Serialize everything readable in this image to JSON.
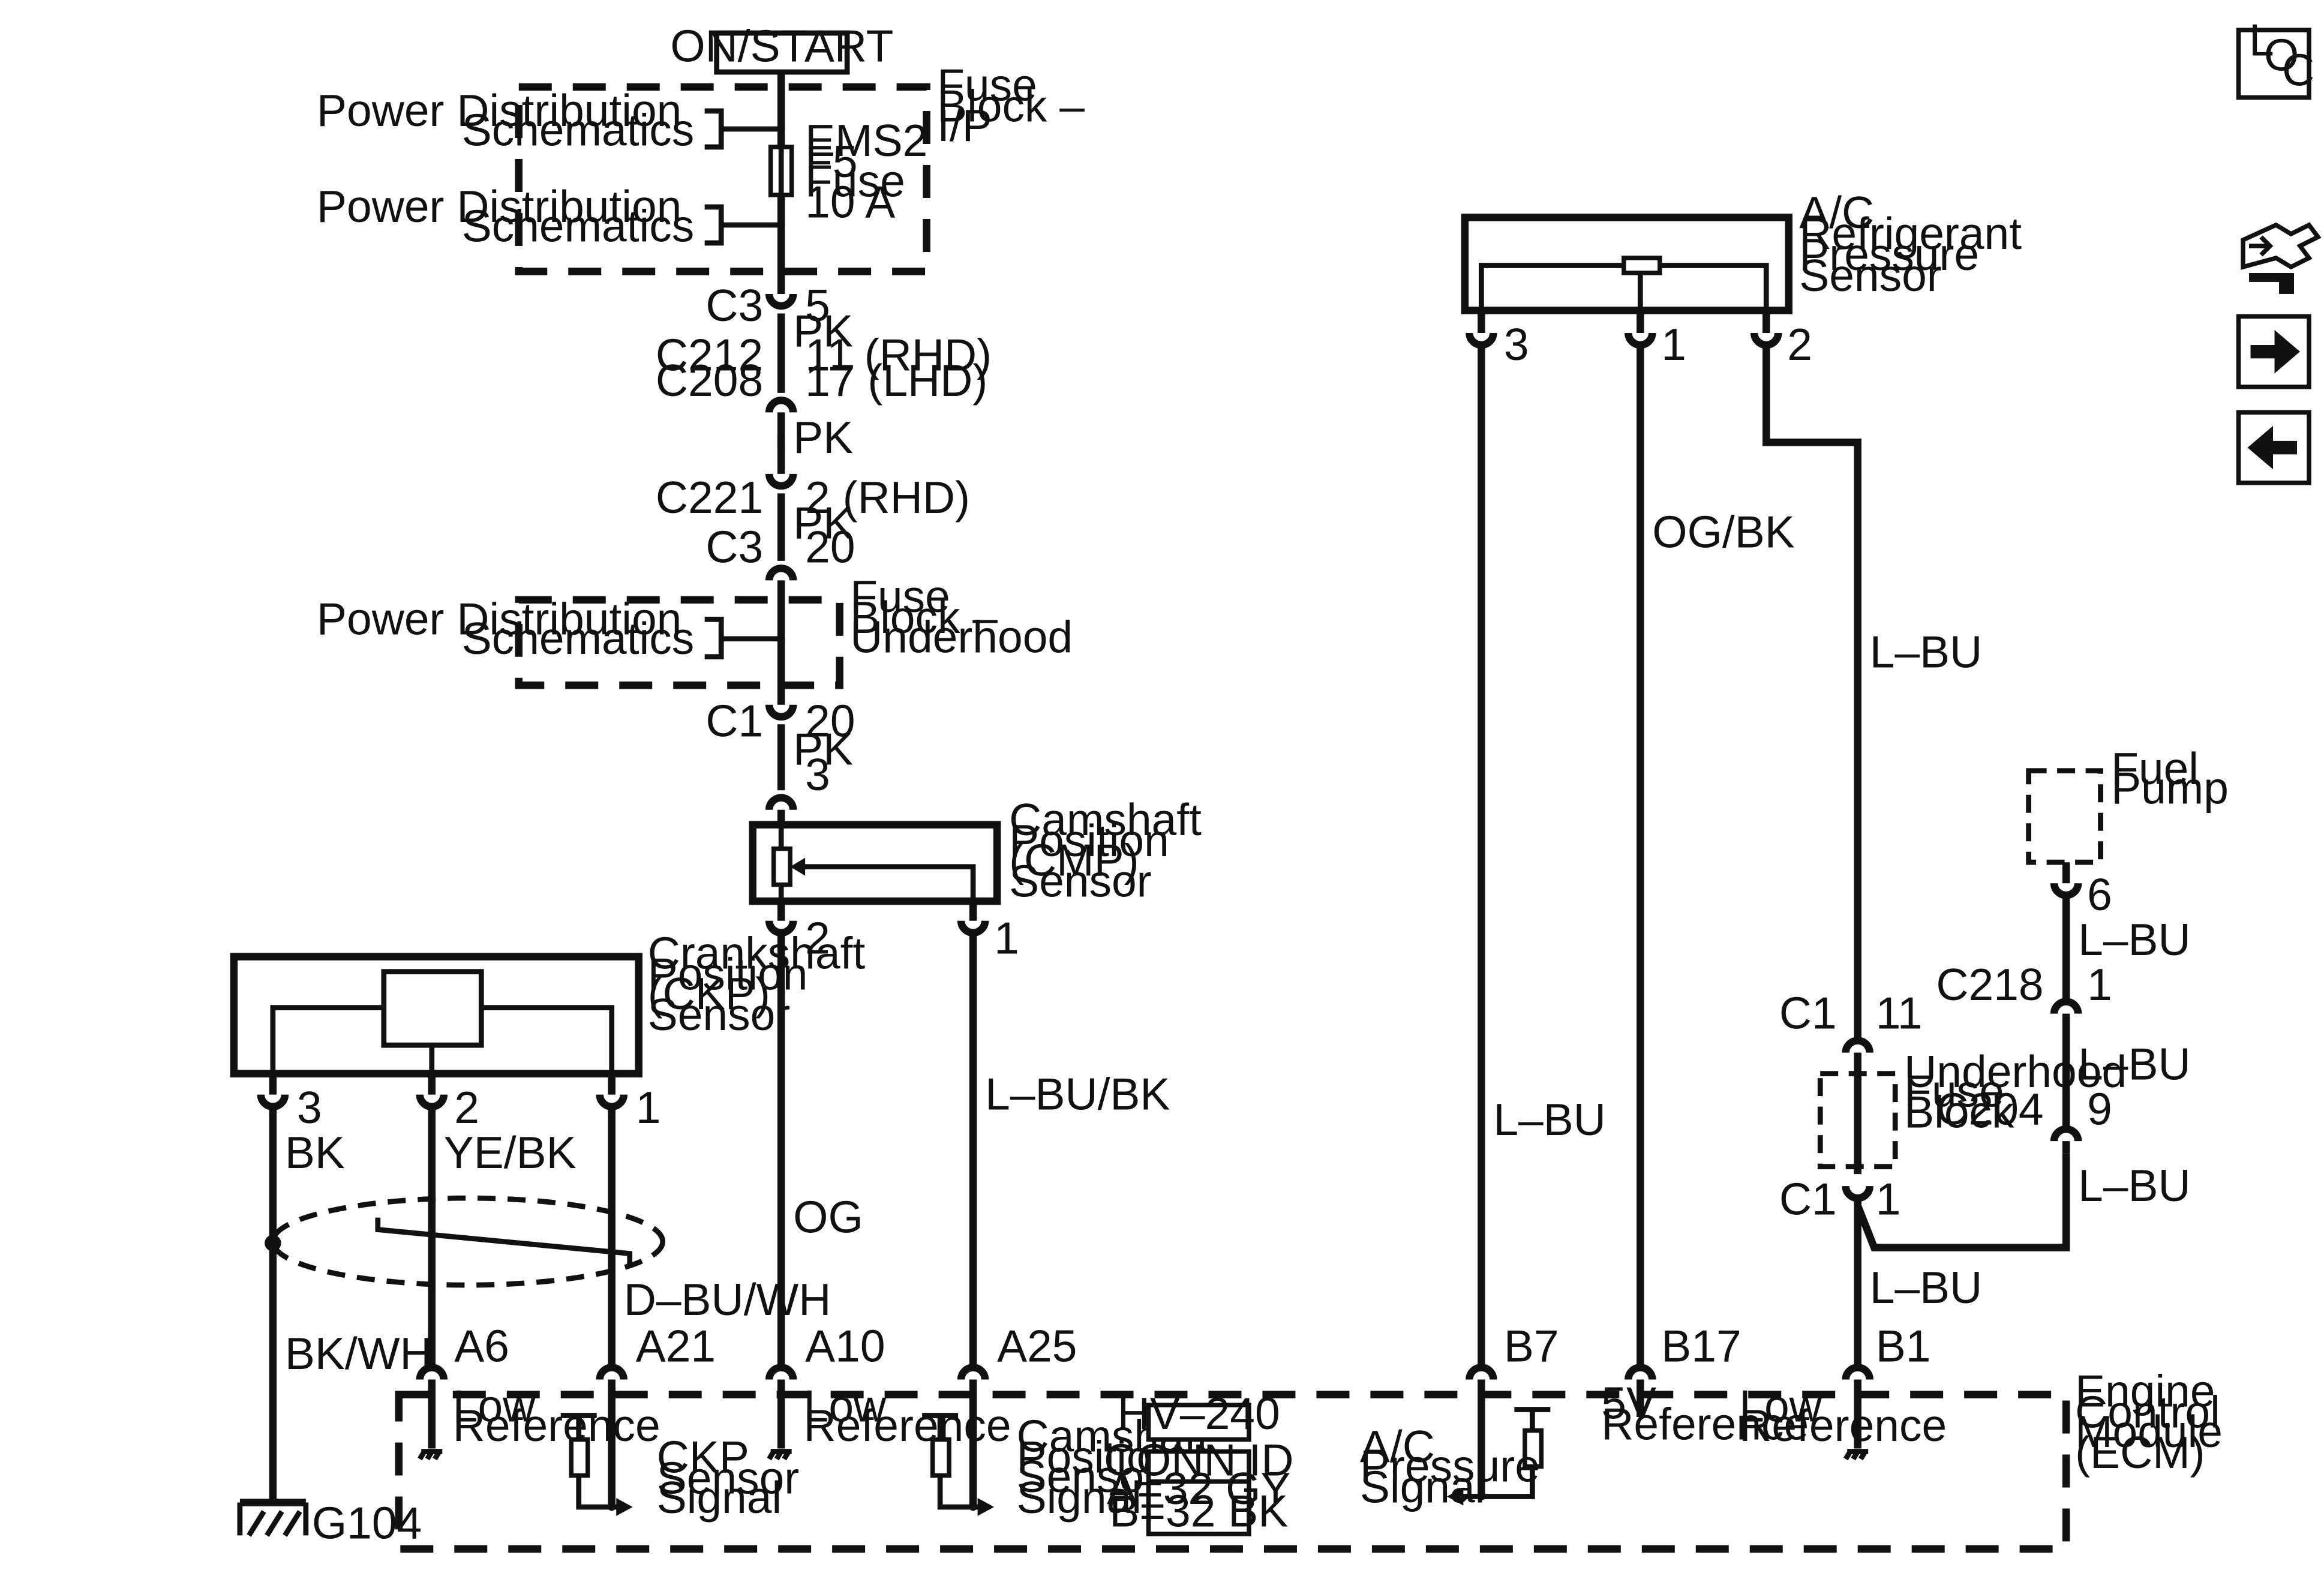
{
  "power": {
    "source": "ON/START"
  },
  "fuse_block_ip": {
    "title": [
      "Fuse",
      "Block –",
      "I/P"
    ],
    "power_dist_top": [
      "Power Distribution",
      "Schematics"
    ],
    "power_dist_bottom": [
      "Power Distribution",
      "Schematics"
    ],
    "fuse": [
      "EMS2",
      "F5",
      "Fuse",
      "10 A"
    ]
  },
  "main_feed": {
    "c3_top": {
      "conn": "C3",
      "pin": "5"
    },
    "wire_pk_1": "PK",
    "c212": {
      "conn": "C212",
      "pin": "11 (RHD)"
    },
    "c208": {
      "conn": "C208",
      "pin": "17 (LHD)"
    },
    "wire_pk_2": "PK",
    "c221": {
      "conn": "C221",
      "pin": "2 (RHD)"
    },
    "wire_pk_3": "PK",
    "c3_bottom": {
      "conn": "C3",
      "pin": "20"
    },
    "c1": {
      "conn": "C1",
      "pin": "20"
    },
    "wire_pk_4": "PK",
    "cmp_pin3": "3"
  },
  "fuse_block_underhood": {
    "title": [
      "Fuse",
      "Block –",
      "Underhood"
    ],
    "power_dist": [
      "Power Distribution",
      "Schematics"
    ]
  },
  "cmp_sensor": {
    "title": [
      "Camshaft",
      "Position",
      "(CMP)",
      "Sensor"
    ],
    "pin2": "2",
    "pin1": "1",
    "wire_pin2": "OG",
    "wire_pin1": "L–BU/BK"
  },
  "ckp_sensor": {
    "title": [
      "Crankshaft",
      "Position",
      "(CKP)",
      "Sensor"
    ],
    "pin3": "3",
    "pin2": "2",
    "pin1": "1",
    "wire_pin3": "BK",
    "wire_pin2": "YE/BK",
    "wire_pin1": "D–BU/WH",
    "ground_wire": "BK/WH",
    "ground": "G104"
  },
  "ac_sensor": {
    "title": [
      "A/C",
      "Refrigerant",
      "Pressure",
      "Sensor"
    ],
    "pin3": "3",
    "pin1": "1",
    "pin2": "2",
    "wire_pin3": "L–BU",
    "wire_pin1": "OG/BK",
    "wire_pin2": "L–BU",
    "wire_b1": "L–BU"
  },
  "fuel_pump": {
    "title": [
      "Fuel",
      "Pump"
    ],
    "pin": "6",
    "wire_1": "L–BU",
    "c218": {
      "conn": "C218",
      "pin": "1"
    },
    "wire_2": "L–BU",
    "c204": {
      "conn": "C204",
      "pin": "9"
    },
    "wire_3": "L–BU"
  },
  "underhood_fuse_block_2": {
    "title": [
      "Underhood",
      "Fuse",
      "Block"
    ],
    "c1_top": {
      "conn": "C1",
      "pin": "11"
    },
    "c1_bottom": {
      "conn": "C1",
      "pin": "1"
    }
  },
  "ecm": {
    "title": [
      "Engine",
      "Control",
      "Module",
      "(ECM)"
    ],
    "pins": [
      "A6",
      "A21",
      "A10",
      "A25",
      "B7",
      "B17",
      "B1"
    ],
    "low_ref_a6": [
      "Low",
      "Reference"
    ],
    "ckp_signal": [
      "CKP",
      "Sensor",
      "Signal"
    ],
    "low_ref_a10": [
      "Low",
      "Reference"
    ],
    "cmp_signal": [
      "Camshaft",
      "Position",
      "Sensor",
      "Signal"
    ],
    "ac_signal": [
      "A/C",
      "Pressure",
      "Signal"
    ],
    "ref_5v": [
      "5V",
      "Reference"
    ],
    "low_ref_b1": [
      "Low",
      "Reference"
    ],
    "hv": "HV–240",
    "conn_id": [
      "CONN ID",
      "A=32 GY",
      "B=32 BK"
    ]
  },
  "nav": {
    "loc_letters": [
      "L",
      "O",
      "C"
    ],
    "icons": [
      "loc-icon",
      "connector-icon",
      "next-arrow-icon",
      "previous-arrow-icon"
    ]
  }
}
